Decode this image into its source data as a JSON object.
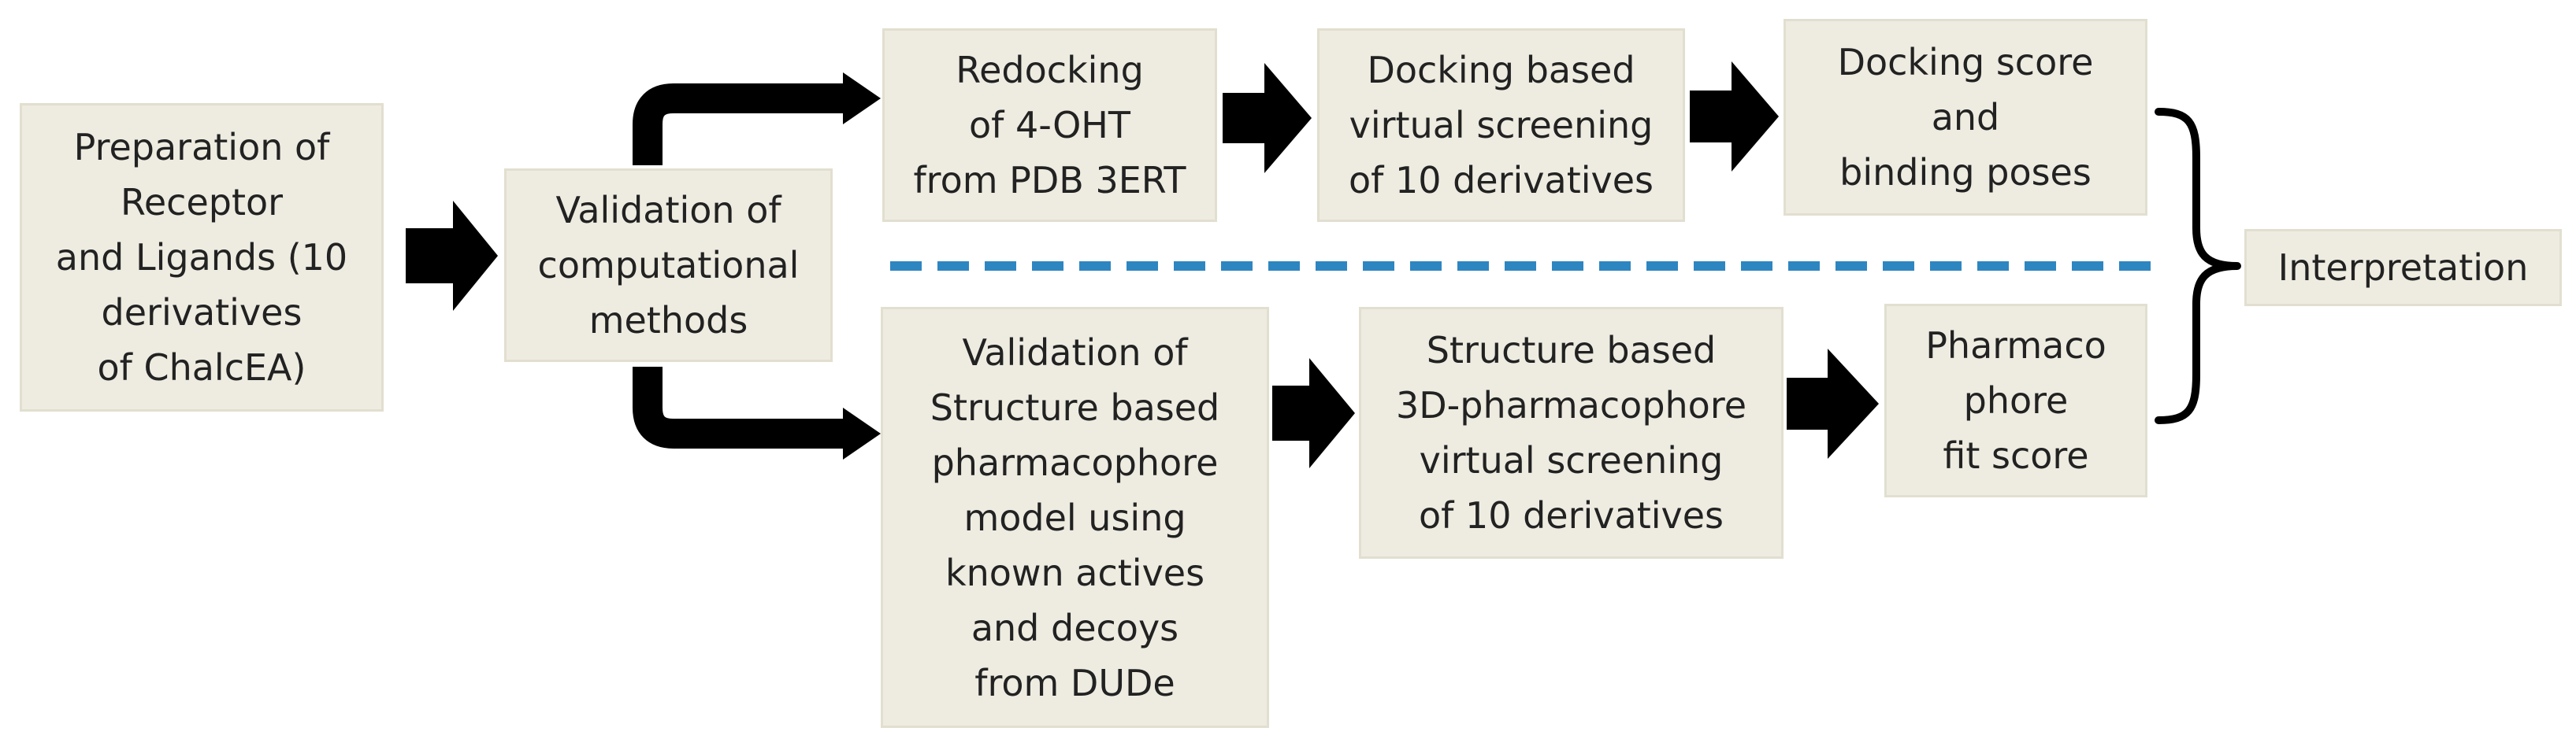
{
  "diagram": {
    "nodes": [
      {
        "id": "prep",
        "lines": [
          "Preparation of",
          "Receptor",
          "and Ligands (10",
          "derivatives",
          "of ChalcEA)"
        ]
      },
      {
        "id": "validation",
        "lines": [
          "Validation of",
          "computational",
          "methods"
        ]
      },
      {
        "id": "redocking",
        "lines": [
          "Redocking",
          "of 4-OHT",
          "from PDB 3ERT"
        ]
      },
      {
        "id": "docking-vs",
        "lines": [
          "Docking based",
          "virtual screening",
          "of 10 derivatives"
        ]
      },
      {
        "id": "docking-score",
        "lines": [
          "Docking score",
          "and",
          "binding poses"
        ]
      },
      {
        "id": "pharm-validation",
        "lines": [
          "Validation of",
          "Structure based",
          "pharmacophore",
          "model using",
          "known actives",
          "and decoys",
          "from DUDe"
        ]
      },
      {
        "id": "pharm-vs",
        "lines": [
          "Structure based",
          "3D-pharmacophore",
          "virtual screening",
          "of 10 derivatives"
        ]
      },
      {
        "id": "pharm-fit",
        "lines": [
          "Pharmaco",
          "phore",
          "fit score"
        ]
      },
      {
        "id": "interpretation",
        "lines": [
          "Interpretation"
        ]
      }
    ],
    "colors": {
      "box_fill": "#eeece1",
      "box_border": "#e2dfd0",
      "arrow": "#000000",
      "divider": "#2e86c1",
      "text": "#222222"
    }
  }
}
